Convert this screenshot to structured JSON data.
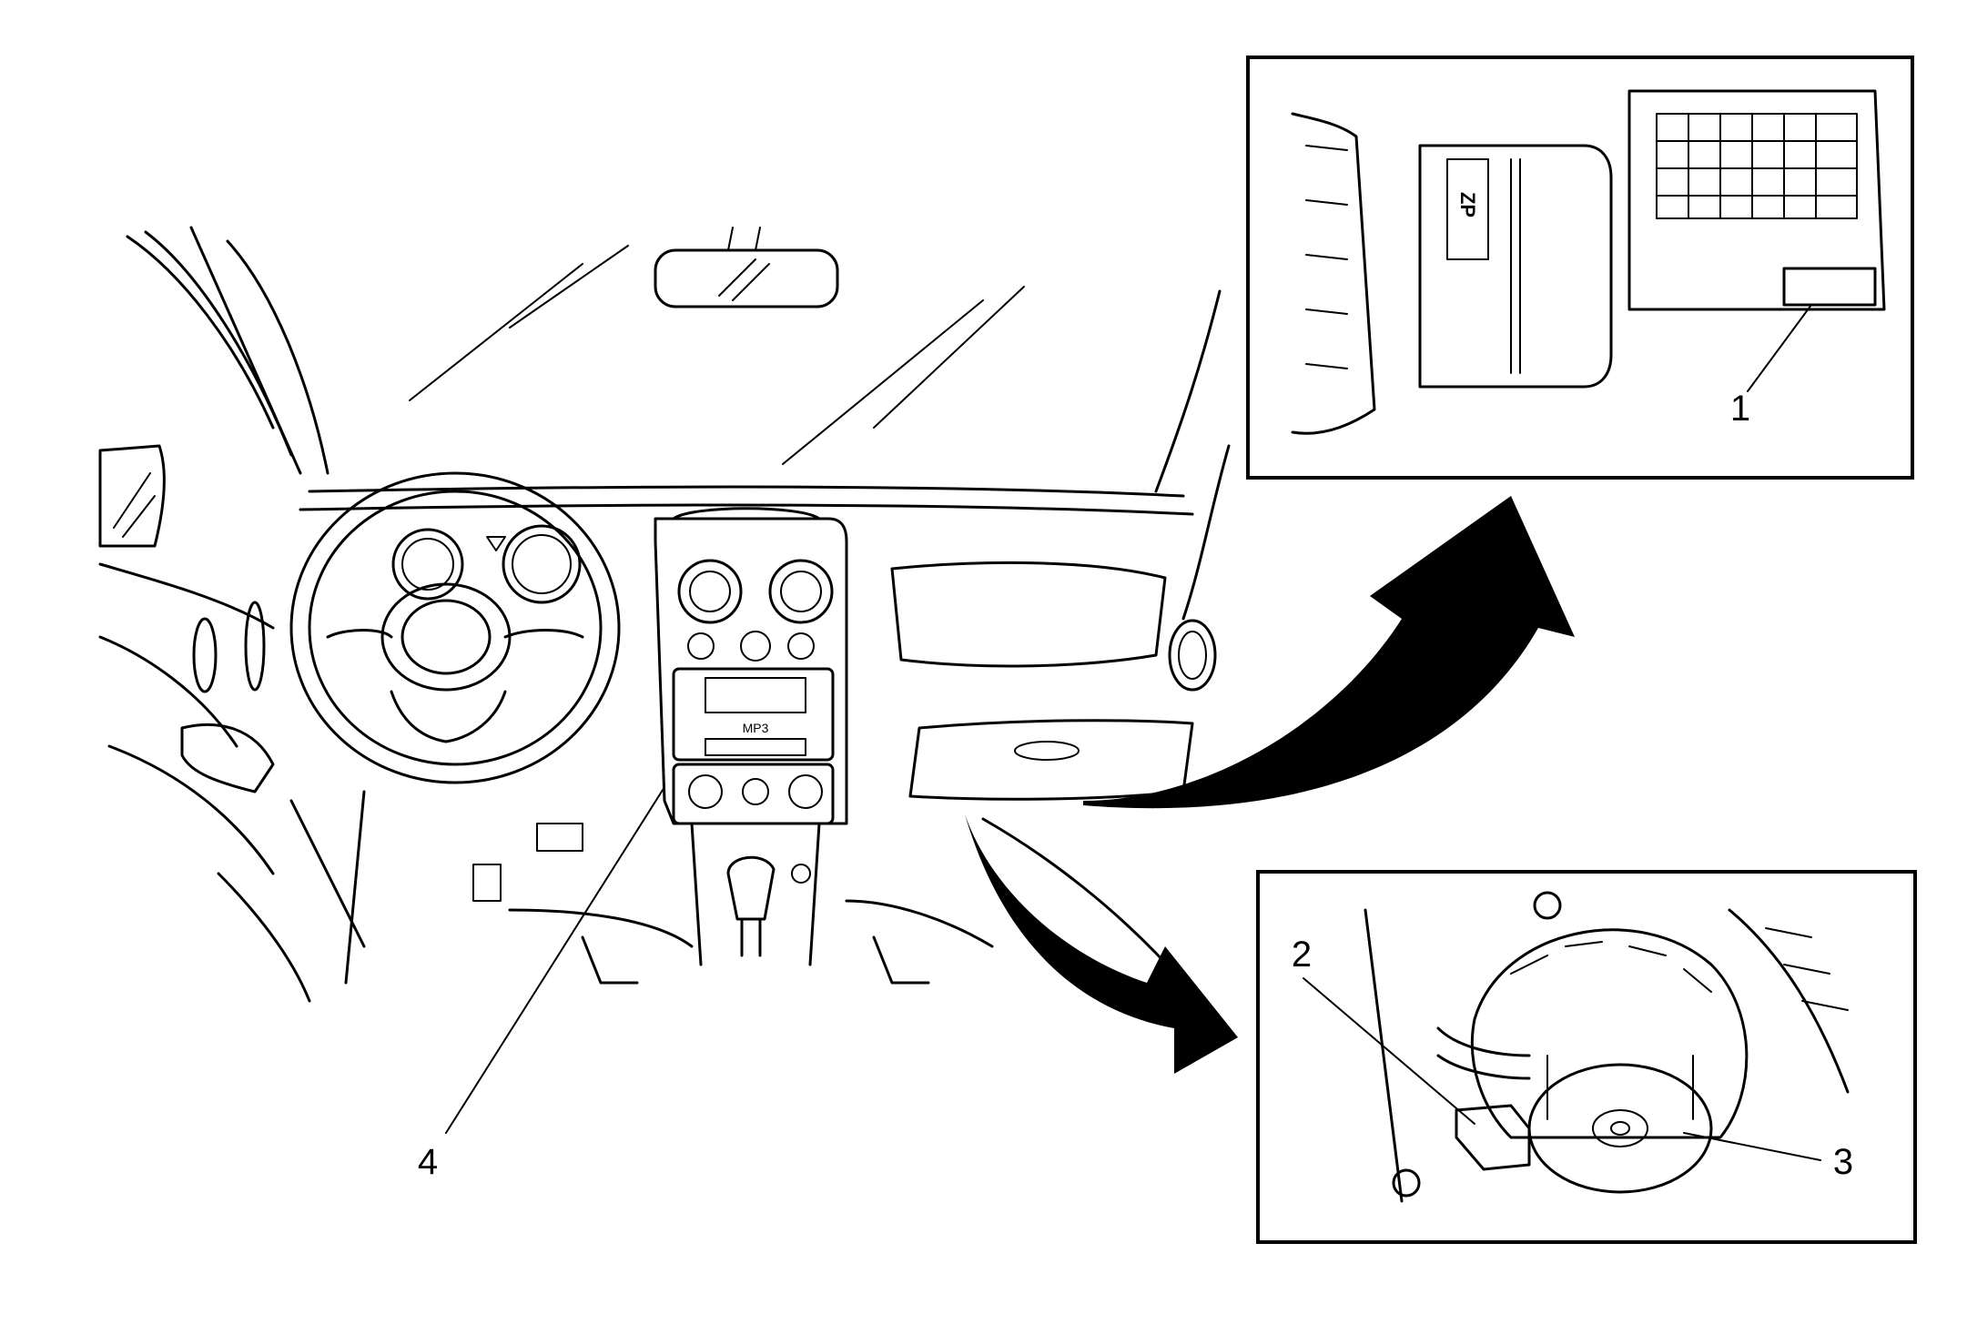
{
  "diagram": {
    "callouts": [
      {
        "id": "1",
        "label": "1"
      },
      {
        "id": "2",
        "label": "2"
      },
      {
        "id": "3",
        "label": "3"
      },
      {
        "id": "4",
        "label": "4"
      }
    ],
    "inset_top": {
      "housing_marking": "ZP"
    },
    "radio": {
      "display_text": "MP3"
    }
  }
}
